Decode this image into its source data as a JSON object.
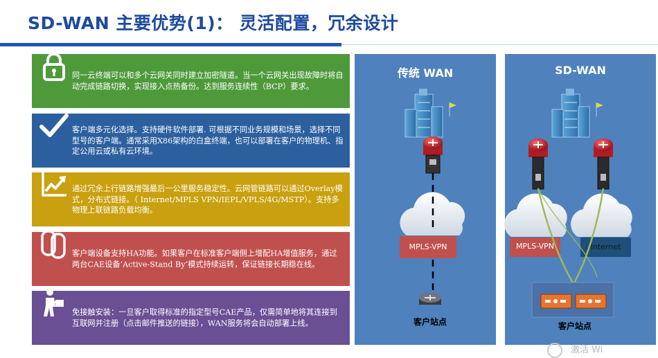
{
  "slide": {
    "title": "SD-WAN 主要优势(1)： 灵活配置，冗余设计"
  },
  "features": [
    {
      "text": "同一云终端可以和多个云网关同时建立加密隧道。当一个云网关出现故障时将自动完成链路切换，实现接入点热备份。达到服务连续性（BCP）要求。",
      "color": "#4e9a3a",
      "icon": "lock-icon"
    },
    {
      "text": "客户端多元化选择。支持硬件软件部署. 可根据不同业务规模和场景，选择不同型号的客户端。通常采用X86架构的白盒终端，也可以部署在客户的物理机、指定公用云或私有云环境。",
      "color": "#2c5f9e",
      "icon": "checkmark-icon"
    },
    {
      "text": "通过冗余上行链路增强最后一公里服务稳定性。云网管链路可以通过Overlay模式，分布式链接。（ Internet/MPLS VPN/IEPL/VPLS/4G/MSTP）。支持多物理上联链路负载均衡。",
      "color": "#c9a00f",
      "icon": "line-chart-icon"
    },
    {
      "text": "客户端设备支持HA功能。如果客户在标准客户端侧上增配HA增值服务，通过两台CAE设备‘Active-Stand By’模式持续运转，保证链接长期稳在线。",
      "color": "#c0504d",
      "icon": "ha-copy-icon"
    },
    {
      "text": "免接触安装：一旦客户取得标准的指定型号CAE产品，仅需简单地将其连接到互联网并注册（点击邮件推送的链接），WAN服务将会自动部署上线。",
      "color": "#6a4f94",
      "icon": "delivery-person-icon"
    }
  ],
  "traditional": {
    "title": "传统 WAN",
    "cloud_label": "MPLS-VPN",
    "site_label": "客户站点"
  },
  "sdwan": {
    "title": "SD-WAN",
    "cloud1_label": "MPLS-VPN",
    "cloud2_label": "Internet",
    "site_label": "客户站点"
  },
  "colors": {
    "title": "#1d4aa0",
    "panel": "#4f81bd",
    "cloud_label_red": "#c0504d",
    "cloud_label_blue": "#1f4e79",
    "link_green": "#9bbb59"
  },
  "corner_text": "激活 Wi"
}
